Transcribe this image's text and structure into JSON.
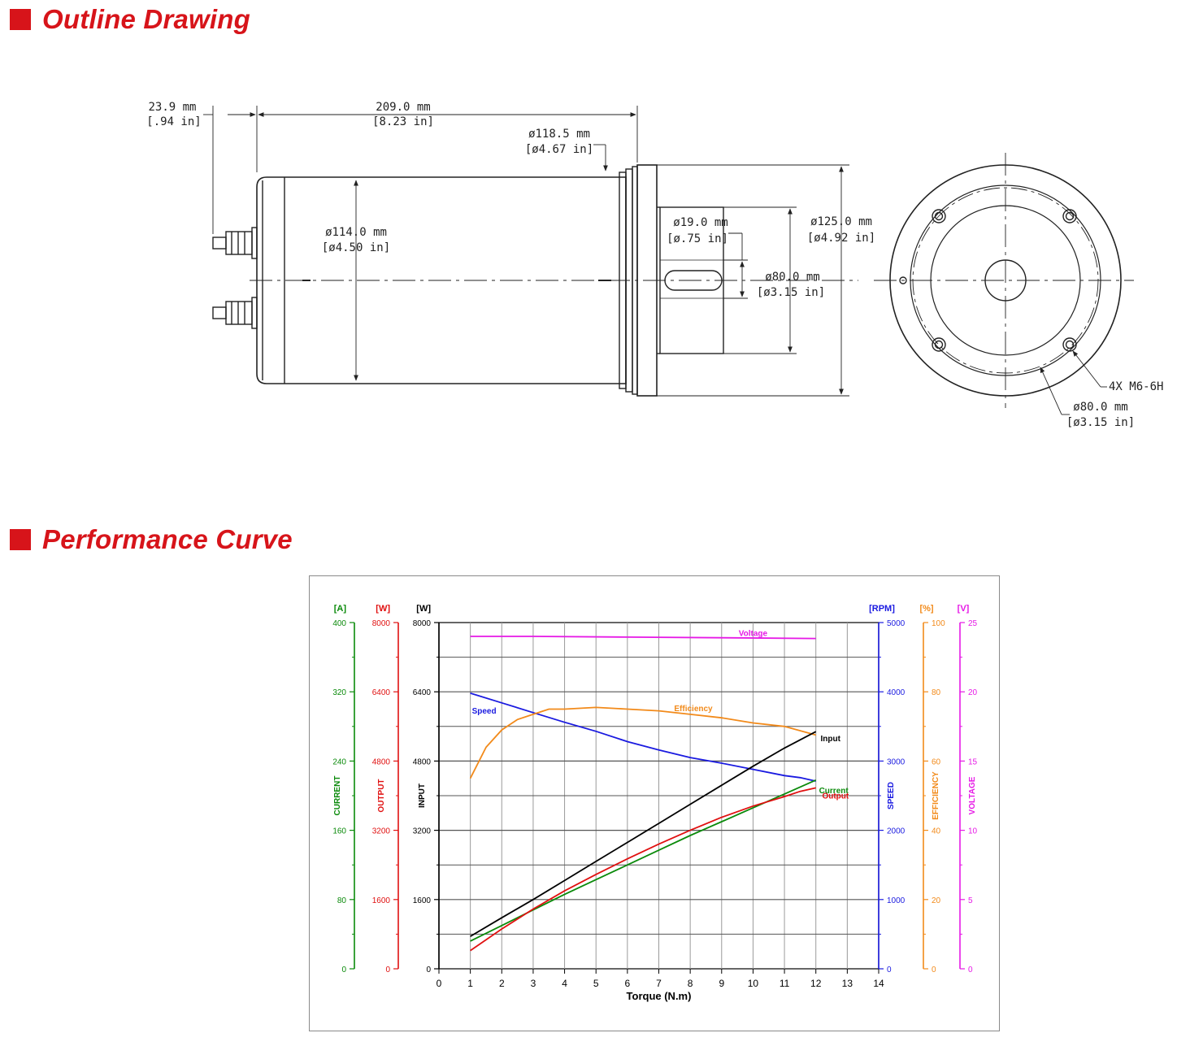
{
  "headers": {
    "outline": "Outline Drawing",
    "performance": "Performance Curve"
  },
  "drawing": {
    "dim_overall_len": {
      "mm": "209.0 mm",
      "in": "[8.23 in]"
    },
    "dim_terminal_len": {
      "mm": "23.9 mm",
      "in": "[.94 in]"
    },
    "dim_flange_dia": {
      "mm": "ø118.5 mm",
      "in": "[ø4.67 in]"
    },
    "dim_body_dia": {
      "mm": "ø114.0 mm",
      "in": "[ø4.50 in]"
    },
    "dim_shaft_dia": {
      "mm": "ø19.0 mm",
      "in": "[ø.75 in]"
    },
    "dim_pilot_dia": {
      "mm": "ø80.0 mm",
      "in": "[ø3.15 in]"
    },
    "dim_outer_dia": {
      "mm": "ø125.0 mm",
      "in": "[ø4.92 in]"
    },
    "dim_holes": "4X M6-6H",
    "dim_bolt_circle": {
      "mm": "ø80.0 mm",
      "in": "[ø3.15 in]"
    }
  },
  "chart_data": {
    "type": "line",
    "xlabel": "Torque (N.m)",
    "xlim": [
      0,
      14
    ],
    "xticks": [
      0,
      1,
      2,
      3,
      4,
      5,
      6,
      7,
      8,
      9,
      10,
      11,
      12,
      13,
      14
    ],
    "grid": true,
    "axes": [
      {
        "id": "current",
        "unit": "[A]",
        "label": "CURRENT",
        "color": "#0a8a0a",
        "side": "left",
        "ticks": [
          "0",
          "80",
          "160",
          "240",
          "320",
          "400"
        ]
      },
      {
        "id": "output",
        "unit": "[W]",
        "label": "OUTPUT",
        "color": "#e01010",
        "side": "left",
        "ticks": [
          "0",
          "1600",
          "3200",
          "4800",
          "6400",
          "8000"
        ]
      },
      {
        "id": "input",
        "unit": "[W]",
        "label": "INPUT",
        "color": "#000000",
        "side": "left",
        "ticks": [
          "0",
          "1600",
          "3200",
          "4800",
          "6400",
          "8000"
        ]
      },
      {
        "id": "speed",
        "unit": "[RPM]",
        "label": "SPEED",
        "color": "#1a1ae0",
        "side": "right",
        "ticks": [
          "0",
          "1000",
          "2000",
          "3000",
          "4000",
          "5000"
        ]
      },
      {
        "id": "efficiency",
        "unit": "[%]",
        "label": "EFFICIENCY",
        "color": "#f28a1a",
        "side": "right",
        "ticks": [
          "0",
          "20",
          "40",
          "60",
          "80",
          "100"
        ]
      },
      {
        "id": "voltage",
        "unit": "[V]",
        "label": "VOLTAGE",
        "color": "#e619e6",
        "side": "right",
        "ticks": [
          "0",
          "5",
          "10",
          "15",
          "20",
          "25"
        ]
      }
    ],
    "series": [
      {
        "name": "Voltage",
        "axis": "voltage",
        "color": "#e619e6",
        "x": [
          1,
          3,
          6,
          9,
          12
        ],
        "y": [
          24.0,
          24.0,
          23.95,
          23.9,
          23.85
        ]
      },
      {
        "name": "Speed",
        "axis": "speed",
        "color": "#1a1ae0",
        "x": [
          1,
          2,
          3,
          4,
          5,
          6,
          7,
          8,
          9,
          10,
          11,
          11.5,
          12
        ],
        "y": [
          3980,
          3840,
          3700,
          3560,
          3430,
          3280,
          3160,
          3050,
          2970,
          2880,
          2790,
          2760,
          2710
        ]
      },
      {
        "name": "Efficiency",
        "axis": "efficiency",
        "color": "#f28a1a",
        "x": [
          1,
          1.5,
          2,
          2.5,
          3,
          3.5,
          4,
          5,
          6,
          7,
          8,
          9,
          10,
          11,
          12
        ],
        "y": [
          55,
          64,
          69,
          72,
          73.5,
          75,
          75,
          75.5,
          75,
          74.5,
          73.5,
          72.5,
          71,
          70,
          67.5
        ]
      },
      {
        "name": "Input",
        "axis": "input",
        "color": "#000000",
        "x": [
          1,
          2,
          3,
          4,
          5,
          6,
          7,
          8,
          9,
          10,
          11,
          12
        ],
        "y": [
          750,
          1180,
          1600,
          2040,
          2480,
          2920,
          3360,
          3800,
          4240,
          4680,
          5100,
          5480
        ]
      },
      {
        "name": "Current",
        "axis": "current",
        "color": "#0a8a0a",
        "x": [
          1,
          2,
          3,
          4,
          5,
          6,
          7,
          8,
          9,
          10,
          11,
          12
        ],
        "y": [
          32,
          50,
          68,
          86,
          103,
          120,
          137,
          154,
          170,
          186,
          202,
          218
        ]
      },
      {
        "name": "Output",
        "axis": "output",
        "color": "#e01010",
        "x": [
          1,
          2,
          3,
          4,
          5,
          6,
          7,
          8,
          9,
          10,
          11,
          11.5,
          12
        ],
        "y": [
          420,
          920,
          1380,
          1800,
          2180,
          2540,
          2880,
          3200,
          3500,
          3760,
          3980,
          4100,
          4180
        ]
      }
    ]
  }
}
